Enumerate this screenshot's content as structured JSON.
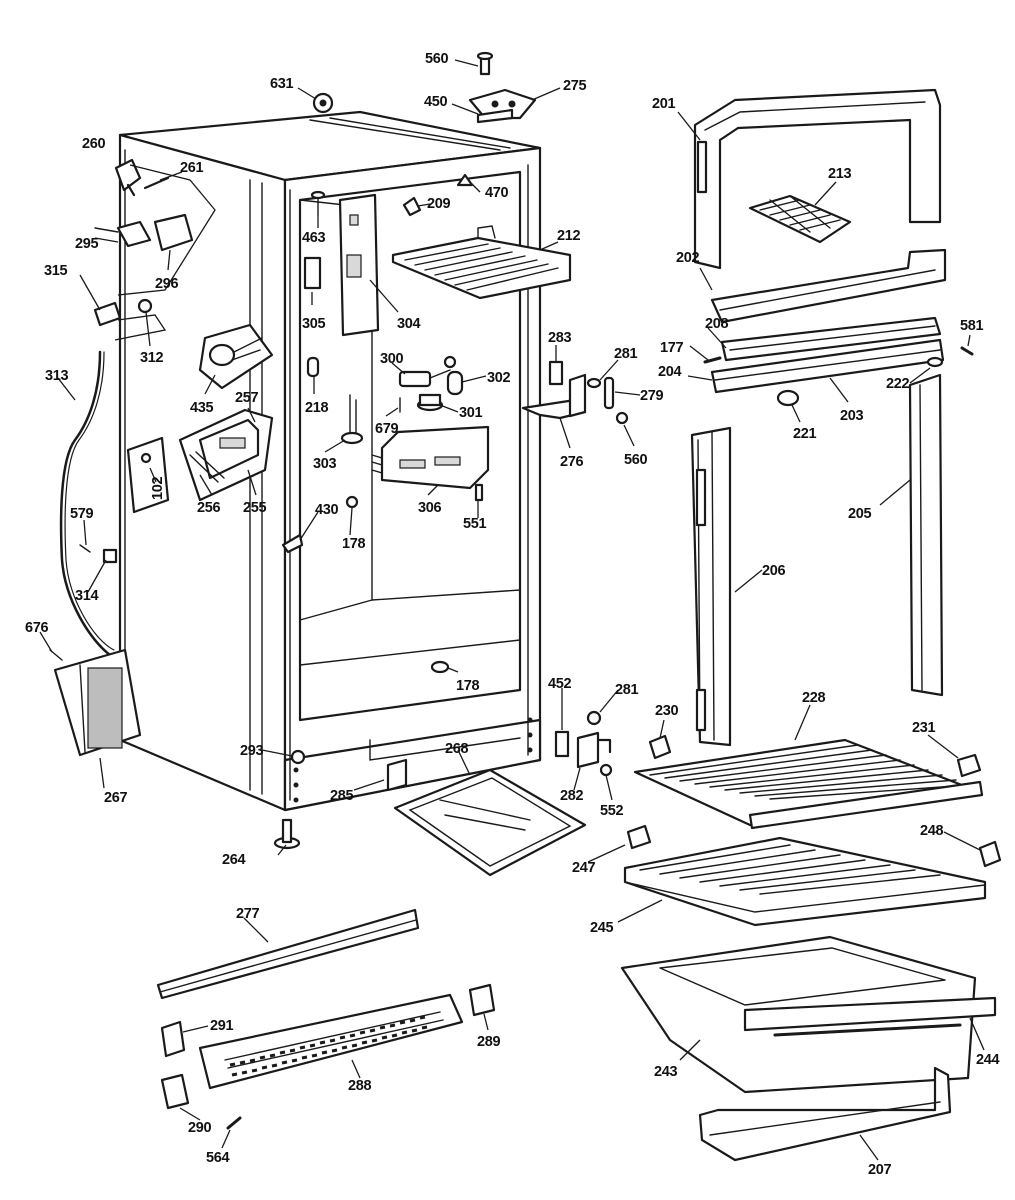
{
  "labels": {
    "l560a": "560",
    "l631": "631",
    "l450": "450",
    "l275": "275",
    "l201": "201",
    "l260": "260",
    "l261": "261",
    "l470": "470",
    "l209": "209",
    "l213": "213",
    "l463": "463",
    "l212": "212",
    "l295": "295",
    "l296": "296",
    "l202": "202",
    "l315": "315",
    "l305": "305",
    "l304": "304",
    "l581": "581",
    "l208": "208",
    "l312": "312",
    "l283": "283",
    "l281a": "281",
    "l177": "177",
    "l300": "300",
    "l302": "302",
    "l204": "204",
    "l222": "222",
    "l313": "313",
    "l435": "435",
    "l218": "218",
    "l279": "279",
    "l257": "257",
    "l301": "301",
    "l203": "203",
    "l679": "679",
    "l221": "221",
    "l276": "276",
    "l560b": "560",
    "l303": "303",
    "l102": "102",
    "l205": "205",
    "l256": "256",
    "l255": "255",
    "l306": "306",
    "l579": "579",
    "l430": "430",
    "l551": "551",
    "l178a": "178",
    "l206": "206",
    "l314": "314",
    "l676": "676",
    "l178b": "178",
    "l452": "452",
    "l281b": "281",
    "l230": "230",
    "l228": "228",
    "l231": "231",
    "l293": "293",
    "l268": "268",
    "l285": "285",
    "l282": "282",
    "l552": "552",
    "l267": "267",
    "l248": "248",
    "l264": "264",
    "l247": "247",
    "l245": "245",
    "l277": "277",
    "l291": "291",
    "l289": "289",
    "l244": "244",
    "l243": "243",
    "l288": "288",
    "l290": "290",
    "l564": "564",
    "l207": "207"
  }
}
